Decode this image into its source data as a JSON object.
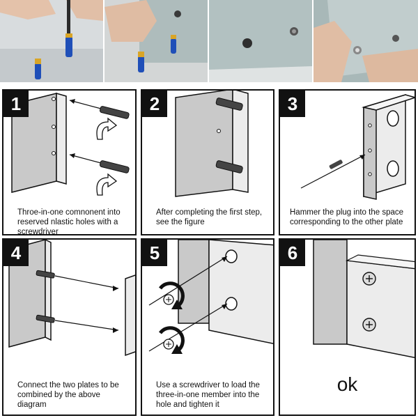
{
  "steps": [
    {
      "number": "1",
      "caption": "Throe-in-one comnonent into reserved nlastic holes with a screwdriver"
    },
    {
      "number": "2",
      "caption": "After completing the first step, see the figure"
    },
    {
      "number": "3",
      "caption": "Hammer the plug into the space corresponding to the other plate"
    },
    {
      "number": "4",
      "caption": "Connect the two plates to be combined by the above diagram"
    },
    {
      "number": "5",
      "caption": "Use a screwdriver to load the three-in-one member into the hole and tighten it"
    },
    {
      "number": "6",
      "caption": "ok"
    }
  ],
  "colors": {
    "panel_gray": "#c9c9c9",
    "panel_light": "#ececec",
    "outline": "#111111",
    "photo_bg": "#b7c3c3",
    "screw_blue": "#1f4fb8",
    "screw_gold": "#d9a526"
  },
  "icons": [
    "arrow-icon",
    "rotate-arrow-icon",
    "screw-head-icon",
    "dowel-icon",
    "connector-icon"
  ]
}
